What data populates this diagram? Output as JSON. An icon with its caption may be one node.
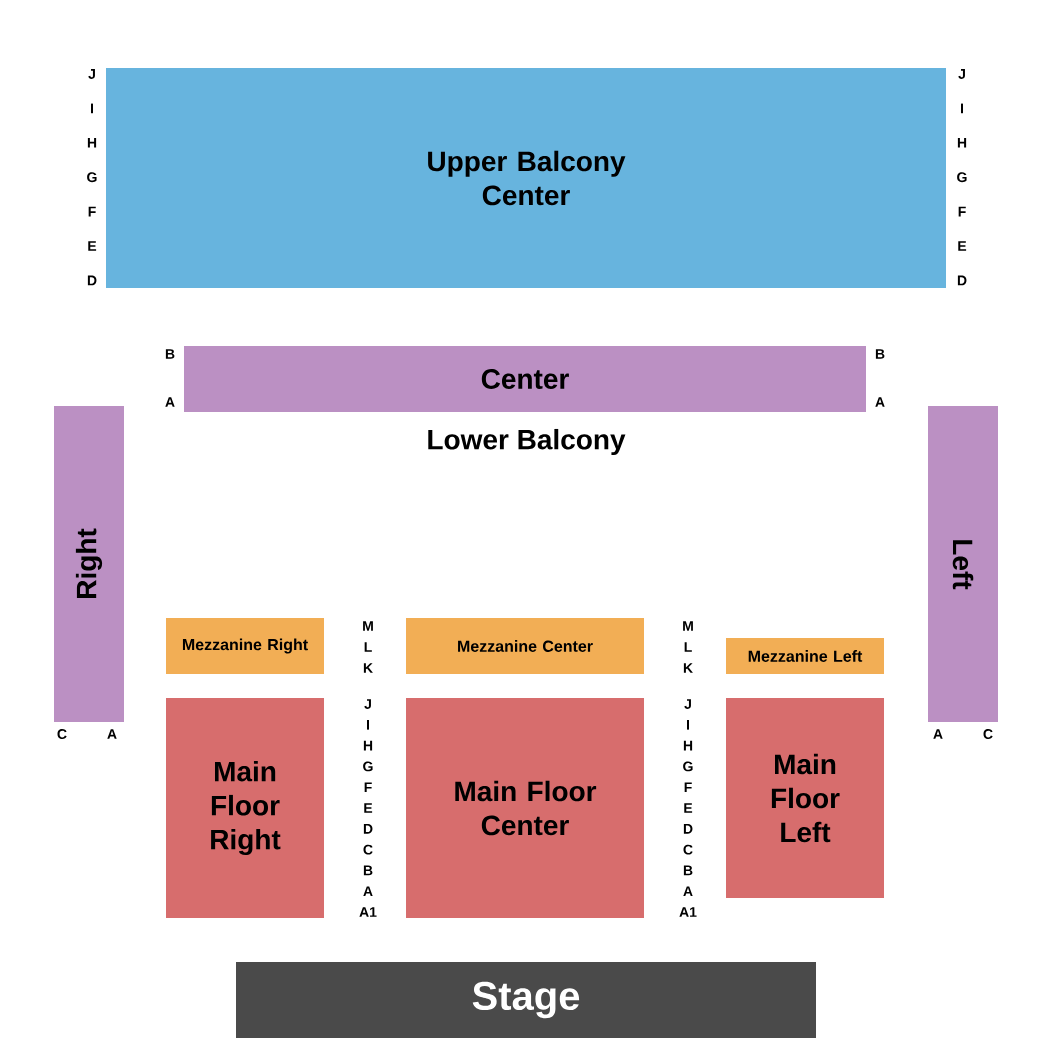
{
  "diagram": {
    "nodes": [
      {
        "text": [
          "Upper Balcony Center"
        ]
      },
      {
        "text": [
          "Center"
        ],
        "beside": [
          "Lower Balcony"
        ]
      },
      {
        "text": [
          "Right"
        ]
      },
      {
        "text": [
          "Left"
        ]
      },
      {
        "text": [
          "Mezzanine Right"
        ]
      },
      {
        "text": [
          "Mezzanine Center"
        ]
      },
      {
        "text": [
          "Mezzanine Left"
        ]
      },
      {
        "text": [
          "Main Floor Right"
        ]
      },
      {
        "text": [
          "Main Floor Center"
        ]
      },
      {
        "text": [
          "Main Floor Left"
        ]
      },
      {
        "text": [
          "Stage"
        ]
      }
    ],
    "labels": [
      "J",
      "I",
      "H",
      "G",
      "F",
      "E",
      "D",
      "J",
      "I",
      "H",
      "G",
      "F",
      "E",
      "D",
      "B",
      "A",
      "B",
      "A",
      "C",
      "A",
      "A",
      "C",
      "M",
      "L",
      "K",
      "M",
      "L",
      "K",
      "J",
      "I",
      "H",
      "G",
      "F",
      "E",
      "D",
      "C",
      "B",
      "A",
      "A1",
      "J",
      "I",
      "H",
      "G",
      "F",
      "E",
      "D",
      "C",
      "B",
      "A",
      "A1"
    ]
  }
}
